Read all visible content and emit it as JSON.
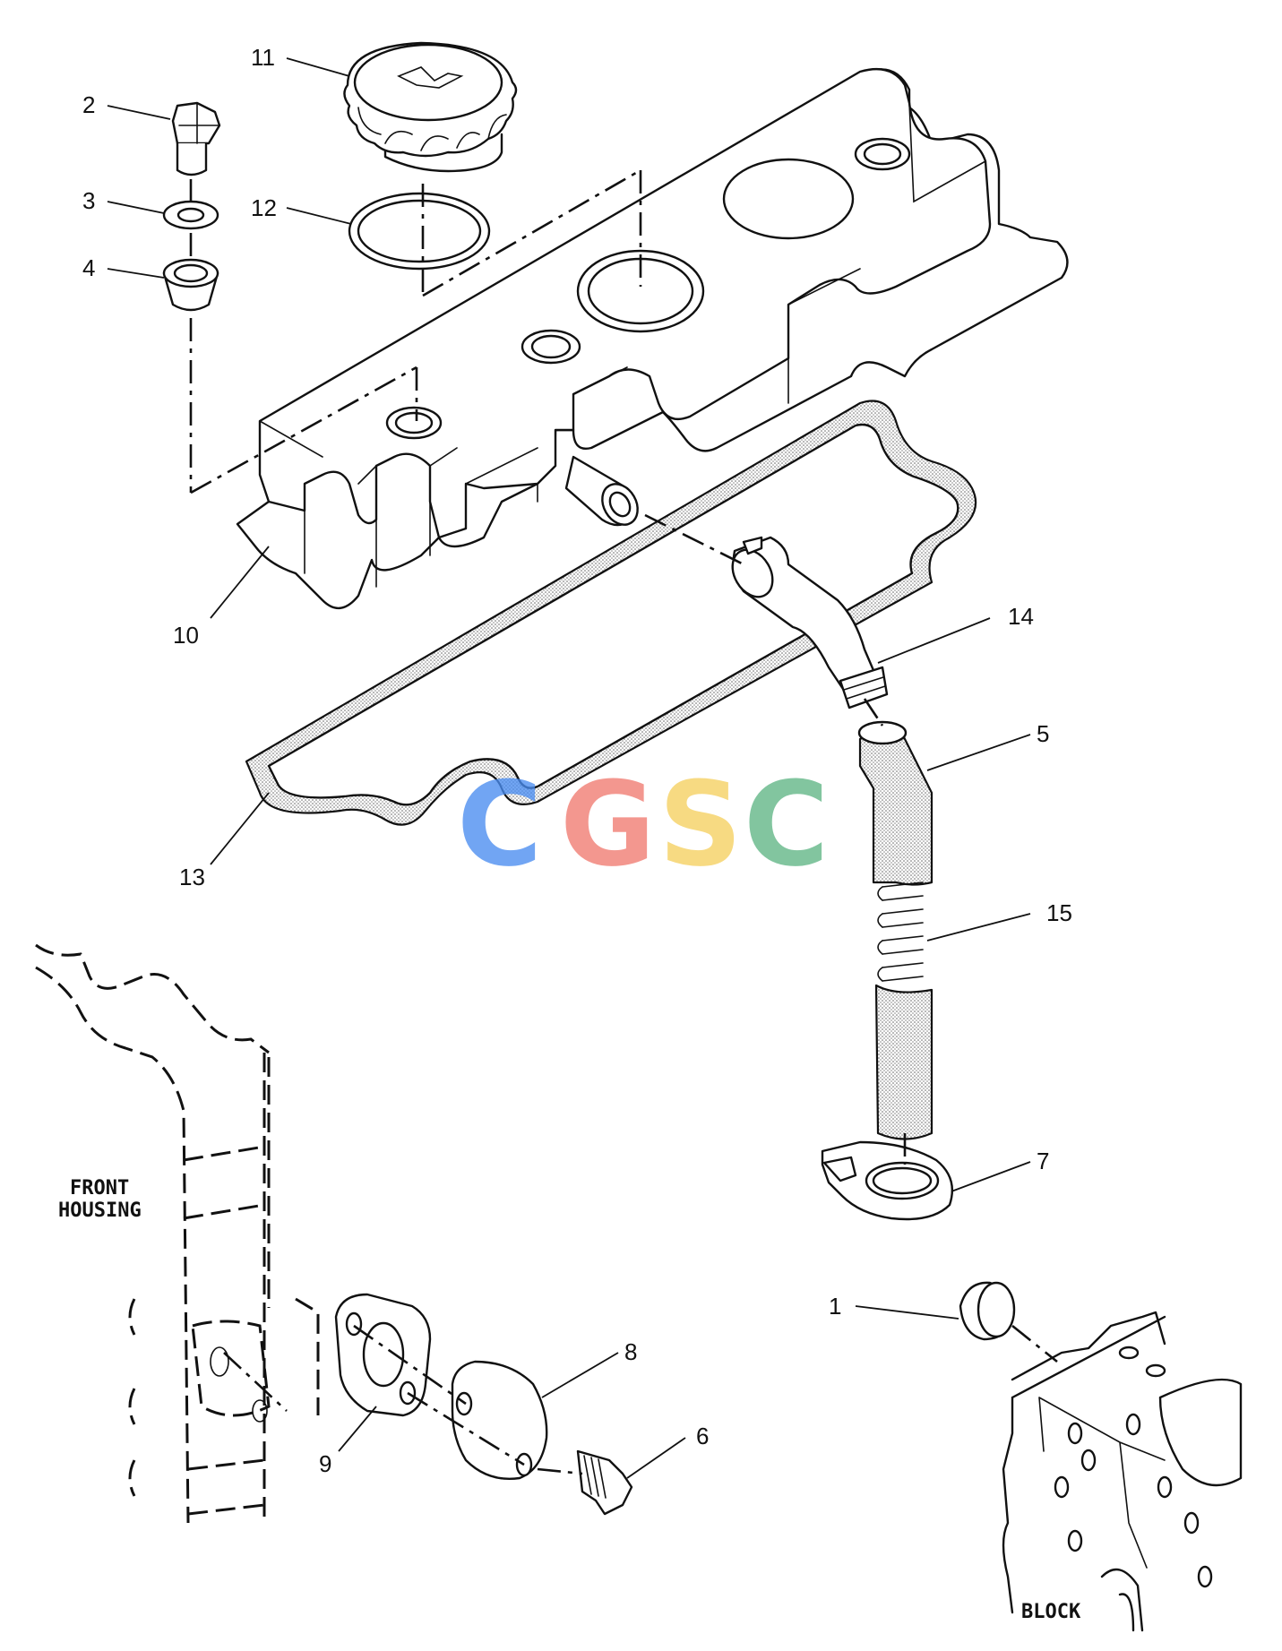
{
  "callouts": {
    "c1": "1",
    "c2": "2",
    "c3": "3",
    "c4": "4",
    "c5": "5",
    "c6": "6",
    "c7": "7",
    "c8": "8",
    "c9": "9",
    "c10": "10",
    "c11": "11",
    "c12": "12",
    "c13": "13",
    "c14": "14",
    "c15": "15"
  },
  "labels": {
    "front_housing_line1": "FRONT",
    "front_housing_line2": "HOUSING",
    "block": "BLOCK"
  },
  "watermark": {
    "letters": [
      "C",
      "G",
      "S",
      "C"
    ],
    "colors": [
      "#4a8df0",
      "#f07a70",
      "#f5d060",
      "#5fb585"
    ]
  }
}
